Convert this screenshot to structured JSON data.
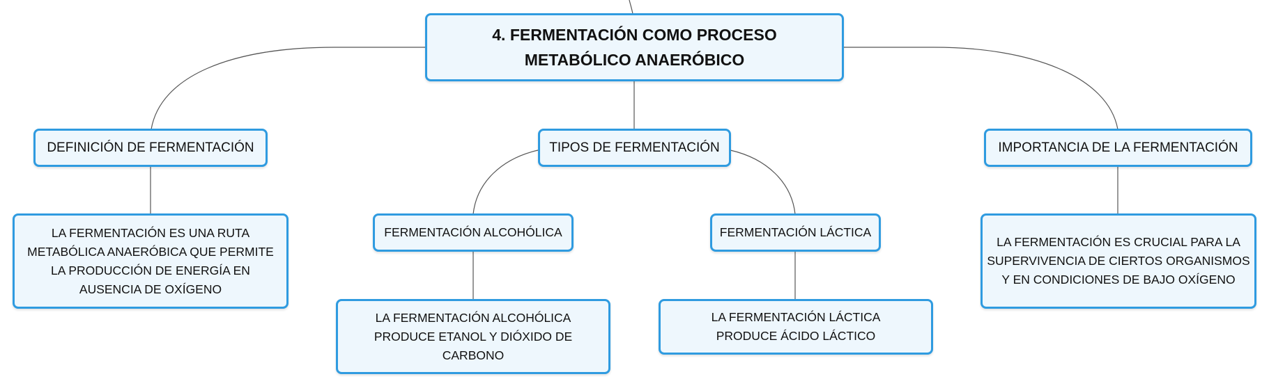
{
  "diagram": {
    "root": {
      "label": "4. FERMENTACIÓN COMO PROCESO METABÓLICO ANAERÓBICO"
    },
    "topics": {
      "definicion": {
        "label": "DEFINICIÓN DE FERMENTACIÓN",
        "detail": "LA FERMENTACIÓN ES UNA RUTA METABÓLICA ANAERÓBICA QUE PERMITE LA PRODUCCIÓN DE ENERGÍA EN AUSENCIA DE OXÍGENO"
      },
      "tipos": {
        "label": "TIPOS DE FERMENTACIÓN",
        "alcoholica": {
          "label": "FERMENTACIÓN ALCOHÓLICA",
          "detail": "LA FERMENTACIÓN ALCOHÓLICA PRODUCE ETANOL Y DIÓXIDO DE CARBONO"
        },
        "lactica": {
          "label": "FERMENTACIÓN LÁCTICA",
          "detail": "LA FERMENTACIÓN LÁCTICA PRODUCE ÁCIDO LÁCTICO"
        }
      },
      "importancia": {
        "label": "IMPORTANCIA DE LA FERMENTACIÓN",
        "detail": "LA FERMENTACIÓN ES CRUCIAL PARA LA SUPERVIVENCIA DE CIERTOS ORGANISMOS Y EN CONDICIONES DE BAJO OXÍGENO"
      }
    },
    "colors": {
      "node_border": "#2f9be0",
      "node_fill": "#eef7fd",
      "connector": "#555555"
    }
  }
}
